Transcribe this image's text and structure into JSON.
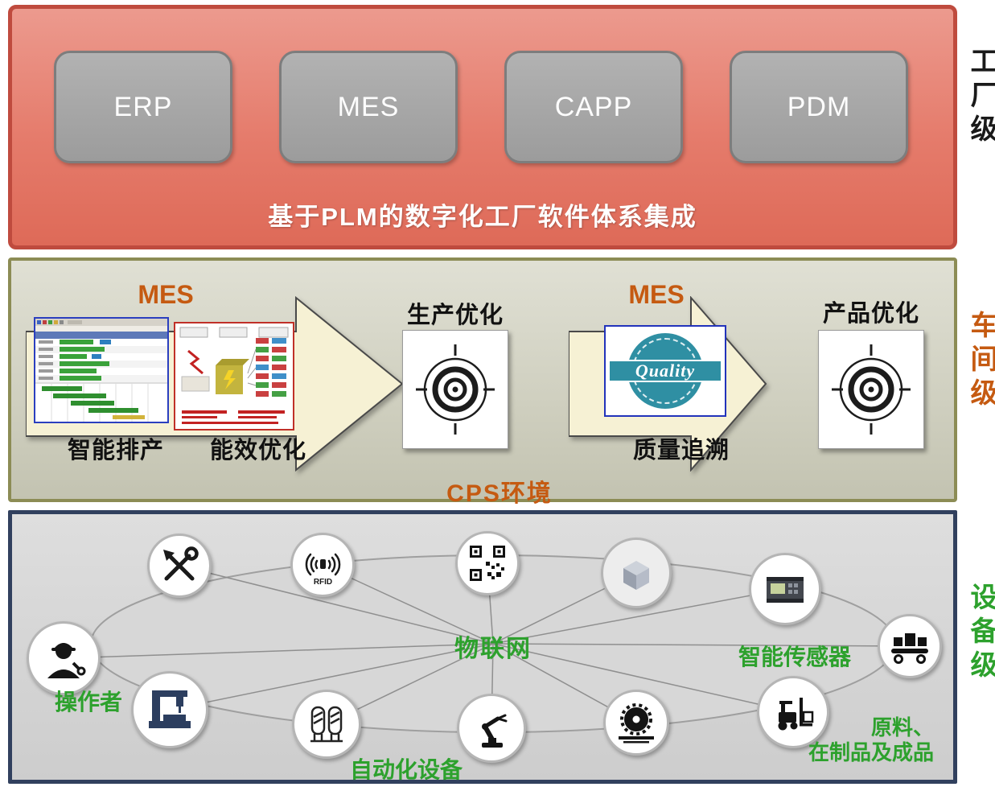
{
  "side_labels": {
    "factory": "工厂级",
    "workshop": "车间级",
    "equipment": "设备级"
  },
  "factory_level": {
    "systems": [
      "ERP",
      "MES",
      "CAPP",
      "PDM"
    ],
    "caption": "基于PLM的数字化工厂软件体系集成"
  },
  "workshop_level": {
    "mes_left": "MES",
    "mes_right": "MES",
    "smart_scheduling": "智能排产",
    "energy_optimization": "能效优化",
    "production_optimization": "生产优化",
    "quality_traceability": "质量追溯",
    "product_optimization": "产品优化",
    "quality_badge": "Quality",
    "cps_environment": "CPS环境"
  },
  "equipment_level": {
    "iot": "物联网",
    "operator": "操作者",
    "smart_sensors": "智能传感器",
    "automated_equipment": "自动化设备",
    "materials_line1": "原料、",
    "materials_line2": "在制品及成品",
    "rfid_label": "RFID",
    "node_icons": [
      "tools-icon",
      "rfid-icon",
      "qrcode-icon",
      "machine-part-icon",
      "plc-icon",
      "conveyor-icon",
      "operator-icon",
      "cnc-machine-icon",
      "tanks-icon",
      "robot-arm-icon",
      "circular-saw-icon",
      "forklift-icon"
    ]
  },
  "colors": {
    "factory_fill": "#e57b6b",
    "factory_border": "#bf4b3e",
    "workshop_border": "#8c8c55",
    "equipment_border": "#31405e",
    "accent_orange": "#c55a11",
    "accent_green": "#2da12d",
    "system_box_gray": "#a8a8a8",
    "quality_teal": "#2f8fa3"
  }
}
